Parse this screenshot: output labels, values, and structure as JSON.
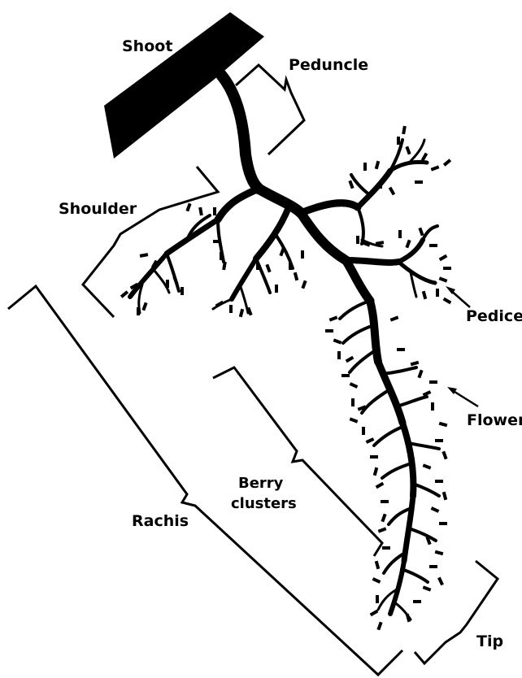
{
  "labels": {
    "shoot": "Shoot",
    "peduncle": "Peduncle",
    "shoulder": "Shoulder",
    "pedicel": "Pedicel",
    "flower": "Flower",
    "berry_line1": "Berry",
    "berry_line2": "clusters",
    "rachis": "Rachis",
    "tip": "Tip"
  }
}
